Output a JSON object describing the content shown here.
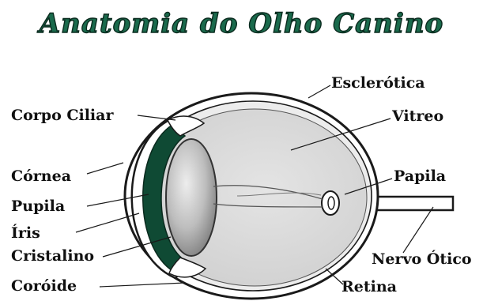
{
  "title": "Anatomia do Olho Canino",
  "labels": {
    "esclerotica": "Esclerótica",
    "vitreo": "Vitreo",
    "corpo_ciliar": "Corpo Ciliar",
    "cornea": "Córnea",
    "pupila": "Pupila",
    "iris": "Íris",
    "cristalino": "Cristalino",
    "coroide": "Coróide",
    "papila": "Papila",
    "nervo_otico": "Nervo Ótico",
    "retina": "Retina"
  },
  "colors": {
    "title_fill": "#1a6a4c",
    "title_stroke": "#0a2a1e",
    "iris_cornea_band": "#0f4a34",
    "outline": "#1a1a1a",
    "vitreous_fill": "#d9d9d9",
    "lens_fill": "#a8a8a8"
  }
}
